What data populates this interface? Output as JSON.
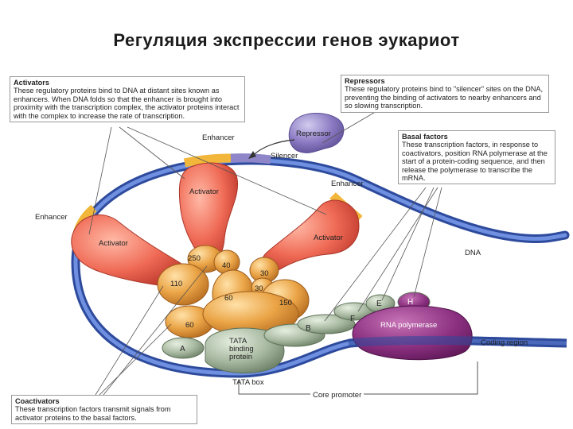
{
  "title": "Регуляция экспрессии генов эукариот",
  "boxes": {
    "activators": {
      "heading": "Activators",
      "text": "These regulatory proteins bind to DNA at distant sites known as enhancers. When DNA folds so that the enhancer is brought into proximity with the transcription complex, the activator proteins interact with the complex to increase the rate of transcription."
    },
    "repressors": {
      "heading": "Repressors",
      "text": "These regulatory proteins bind to \"silencer\" sites on the DNA, preventing the binding of activators to nearby enhancers and so slowing transcription."
    },
    "basal": {
      "heading": "Basal factors",
      "text": "These transcription factors, in response to coactivators, position RNA polymerase at the start of a protein-coding sequence, and then release the polymerase to transcribe the mRNA."
    },
    "coactivators": {
      "heading": "Coactivators",
      "text": "These transcription factors transmit signals from activator proteins to the basal factors."
    }
  },
  "labels": {
    "enhancer_top": "Enhancer",
    "enhancer_left": "Enhancer",
    "enhancer_right": "Enhancer",
    "silencer": "Silencer",
    "repressor": "Repressor",
    "activator_top": "Activator",
    "activator_left": "Activator",
    "activator_right": "Activator",
    "dna": "DNA",
    "rna_polymerase": "RNA polymerase",
    "coding_region": "Coding region",
    "tata_binding": "TATA binding protein",
    "tata_box": "TATA box",
    "core_promoter": "Core promoter",
    "factor_a": "A",
    "factor_b": "B",
    "factor_e": "E",
    "factor_f": "F",
    "factor_h": "H"
  },
  "coactivator_numbers": [
    "250",
    "40",
    "110",
    "30",
    "30",
    "60",
    "150",
    "60"
  ],
  "colors": {
    "dna": "#3f5fb8",
    "enhancer": "#f2b63a",
    "silencer": "#8f86c9",
    "activator": "#ea5a48",
    "coactivator": "#e09a3a",
    "basal": "#9fb39a",
    "polymerase": "#8a2f7f",
    "repressor": "#8a79c2"
  }
}
